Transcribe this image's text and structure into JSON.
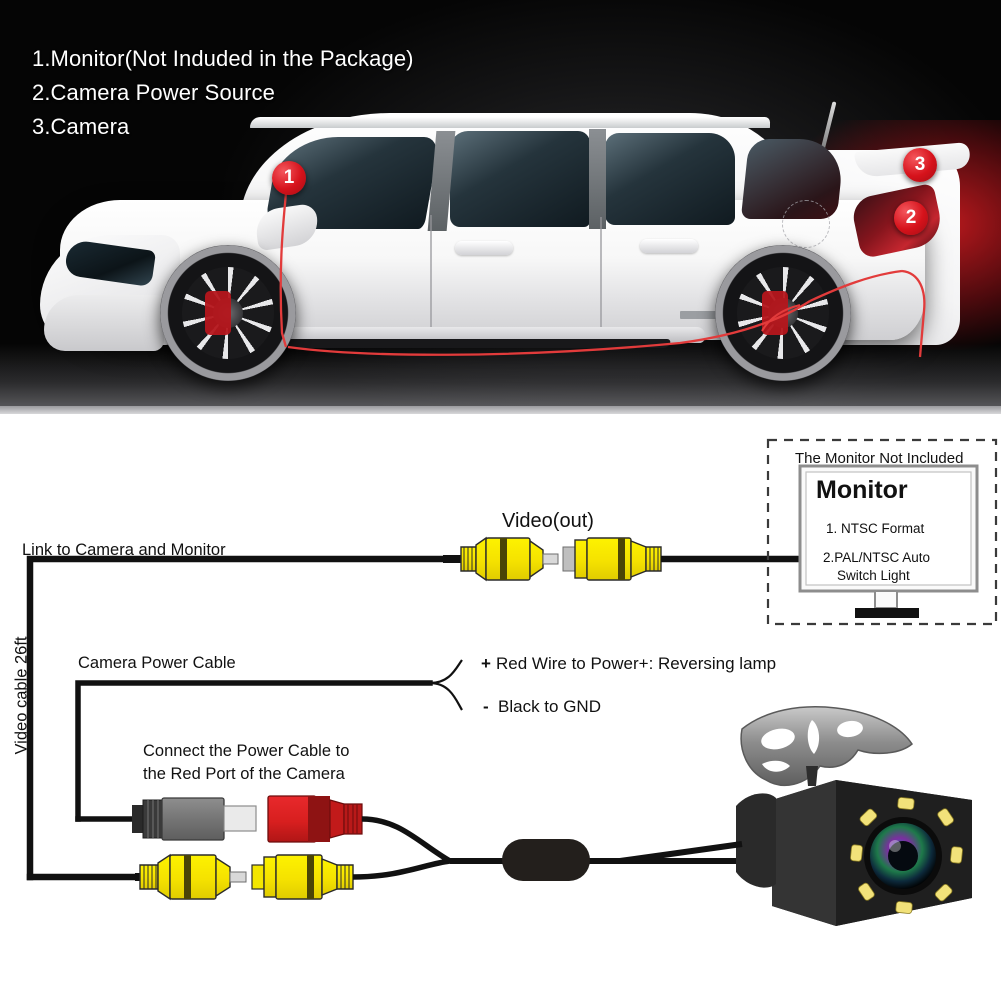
{
  "photo": {
    "legend": [
      "1.Monitor(Not Induded in the Package)",
      "2.Camera Power Source",
      "3.Camera"
    ],
    "markers": [
      {
        "id": "1",
        "meaning": "Monitor"
      },
      {
        "id": "2",
        "meaning": "Camera Power Source"
      },
      {
        "id": "3",
        "meaning": "Camera"
      }
    ],
    "accent_color": "#d6121b",
    "cable_route_color": "#e23b3b",
    "background_color": "#000000"
  },
  "diagram": {
    "labels": {
      "link": "Link to Camera and Monitor",
      "power_cable": "Camera Power Cable",
      "video_out": "Video(out)",
      "plus_sign": "+",
      "plus_text": "Red Wire to Power+: Reversing lamp",
      "minus_sign": "-",
      "minus_text": "Black to GND",
      "connect_line1": "Connect the Power Cable to",
      "connect_line2": "the Red Port of the Camera",
      "video_cable_length": "Video cable 26ft"
    },
    "monitor": {
      "not_included": "The Monitor Not Included",
      "title": "Monitor",
      "feature1": "1. NTSC Format",
      "feature2_line1": "2.PAL/NTSC Auto",
      "feature2_line2": "Switch Light"
    },
    "connector_colors": {
      "rca_video": "#f7e400",
      "power_male": "#7d7d7d",
      "power_female": "#d81f1f",
      "cable": "#111111"
    },
    "camera": {
      "led_count": 8,
      "body_color": "#2b2b2b",
      "bracket_color": "#9a9a9a"
    }
  }
}
